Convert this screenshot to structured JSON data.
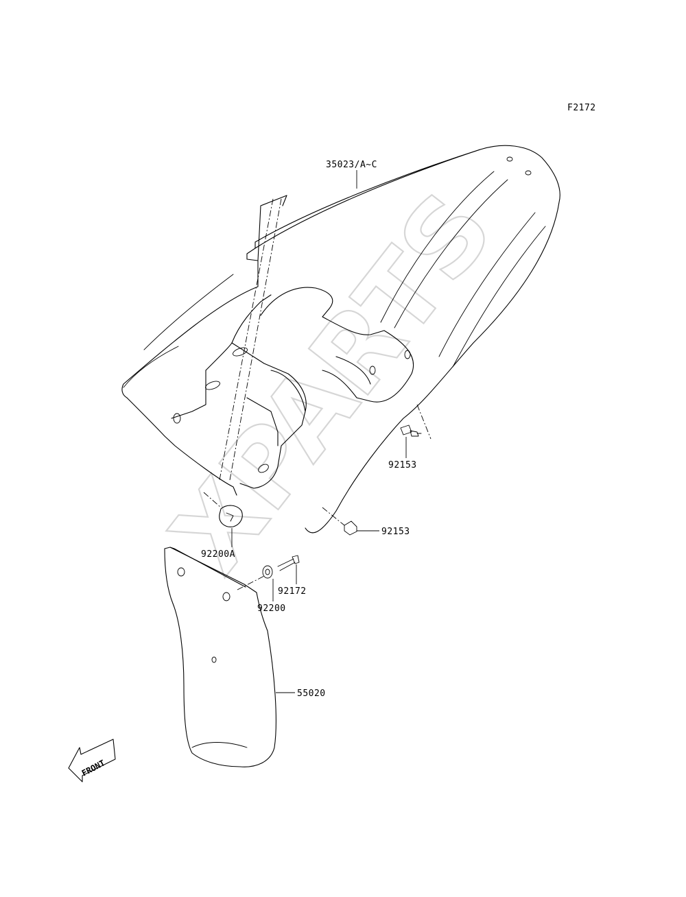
{
  "figure_code": "F2172",
  "watermark": "XPARTS",
  "direction_label": "FRONT",
  "parts": [
    {
      "ref": "35023/A~C"
    },
    {
      "ref": "92153"
    },
    {
      "ref": "92153"
    },
    {
      "ref": "92200A"
    },
    {
      "ref": "92172"
    },
    {
      "ref": "92200"
    },
    {
      "ref": "55020"
    }
  ]
}
